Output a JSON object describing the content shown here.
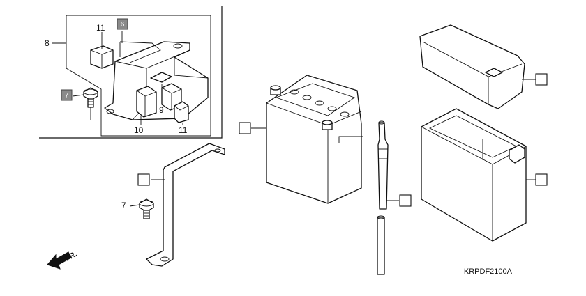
{
  "diagram": {
    "code": "KRPDF2100A",
    "front_label": "FR.",
    "callouts": {
      "n8": "8",
      "n11a": "11",
      "n6": "6",
      "n7a": "7",
      "n9": "9",
      "n10": "10",
      "n11b": "11",
      "n7b": "7"
    }
  }
}
